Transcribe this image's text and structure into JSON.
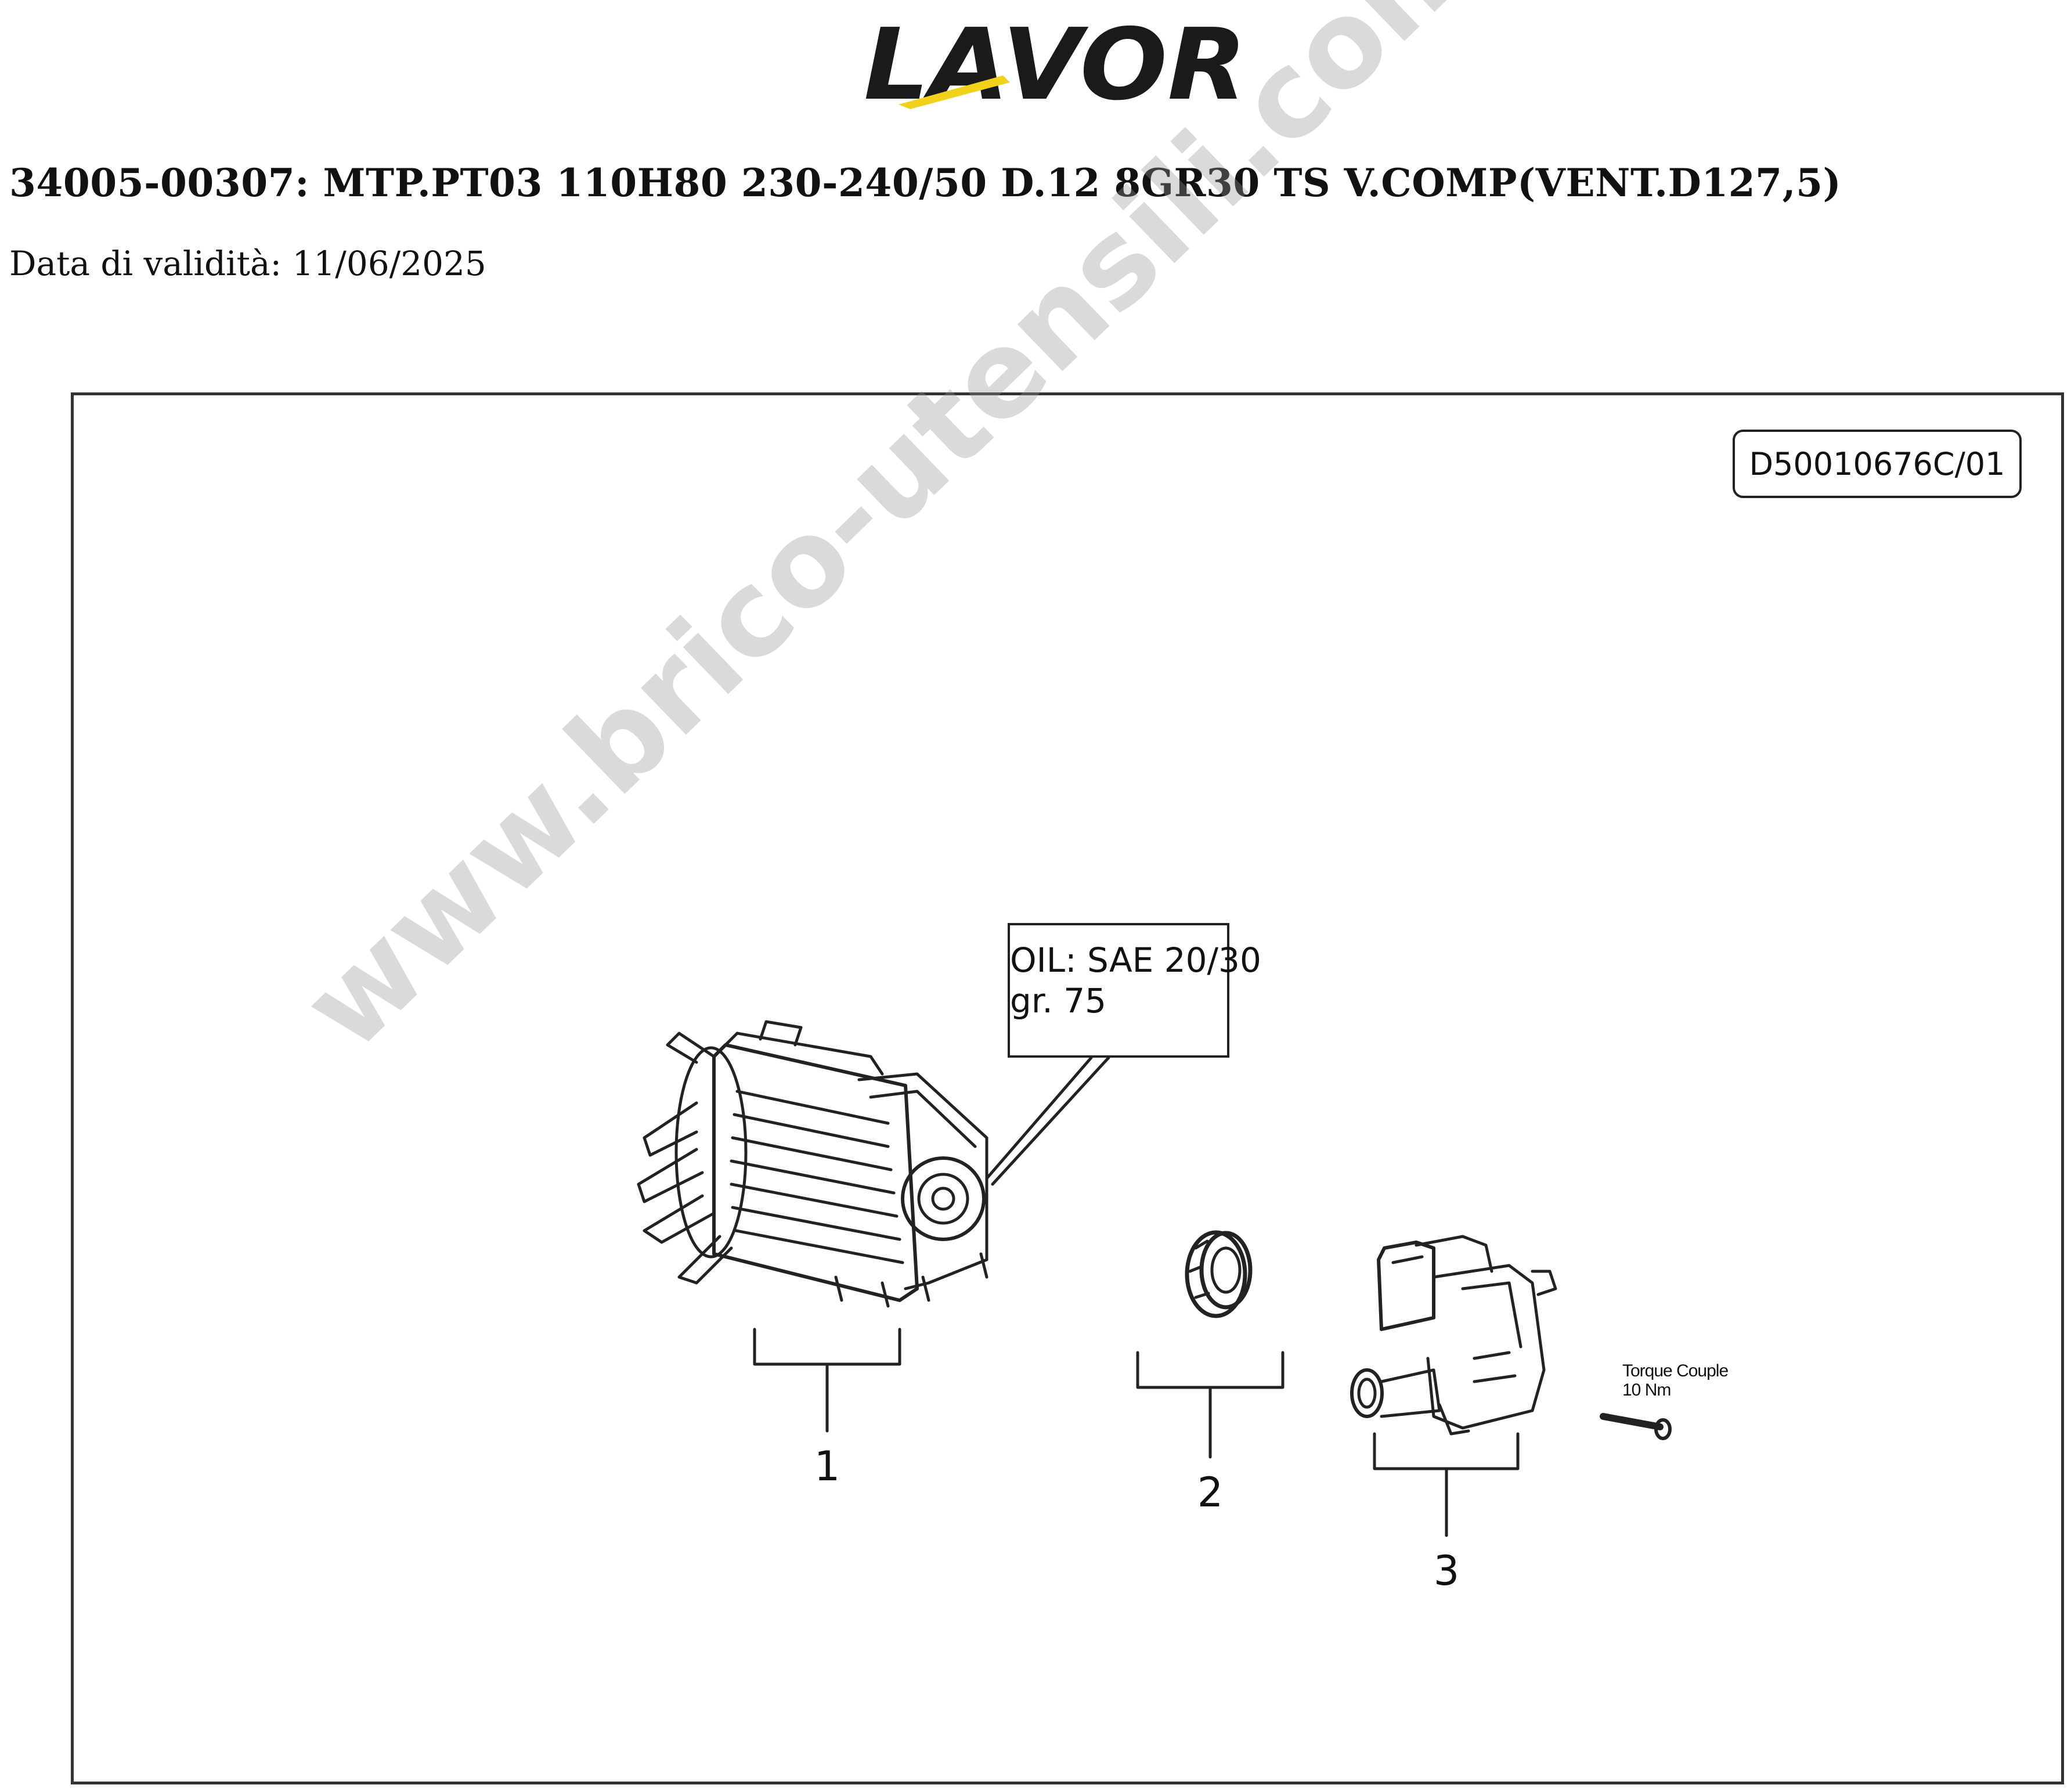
{
  "brand": {
    "logo_text": "LAVOR",
    "logo_color": "#1a1a1a",
    "accent_color": "#f2d11c"
  },
  "header": {
    "title": "34005-00307: MTP.PT03 110H80 230-240/50 D.12 8GR30 TS V.COMP(VENT.D127,5)",
    "validity": "Data di validità: 11/06/2025"
  },
  "diagram": {
    "drawing_code": "D50010676C/01",
    "oil_note": {
      "line1": "OIL: SAE 20/30",
      "line2": "gr.  75"
    },
    "torque_note": {
      "line1": "Torque Couple",
      "line2": "10 Nm"
    },
    "callouts": [
      "1",
      "2",
      "3"
    ],
    "watermark": "www.brico-utensili.com"
  }
}
